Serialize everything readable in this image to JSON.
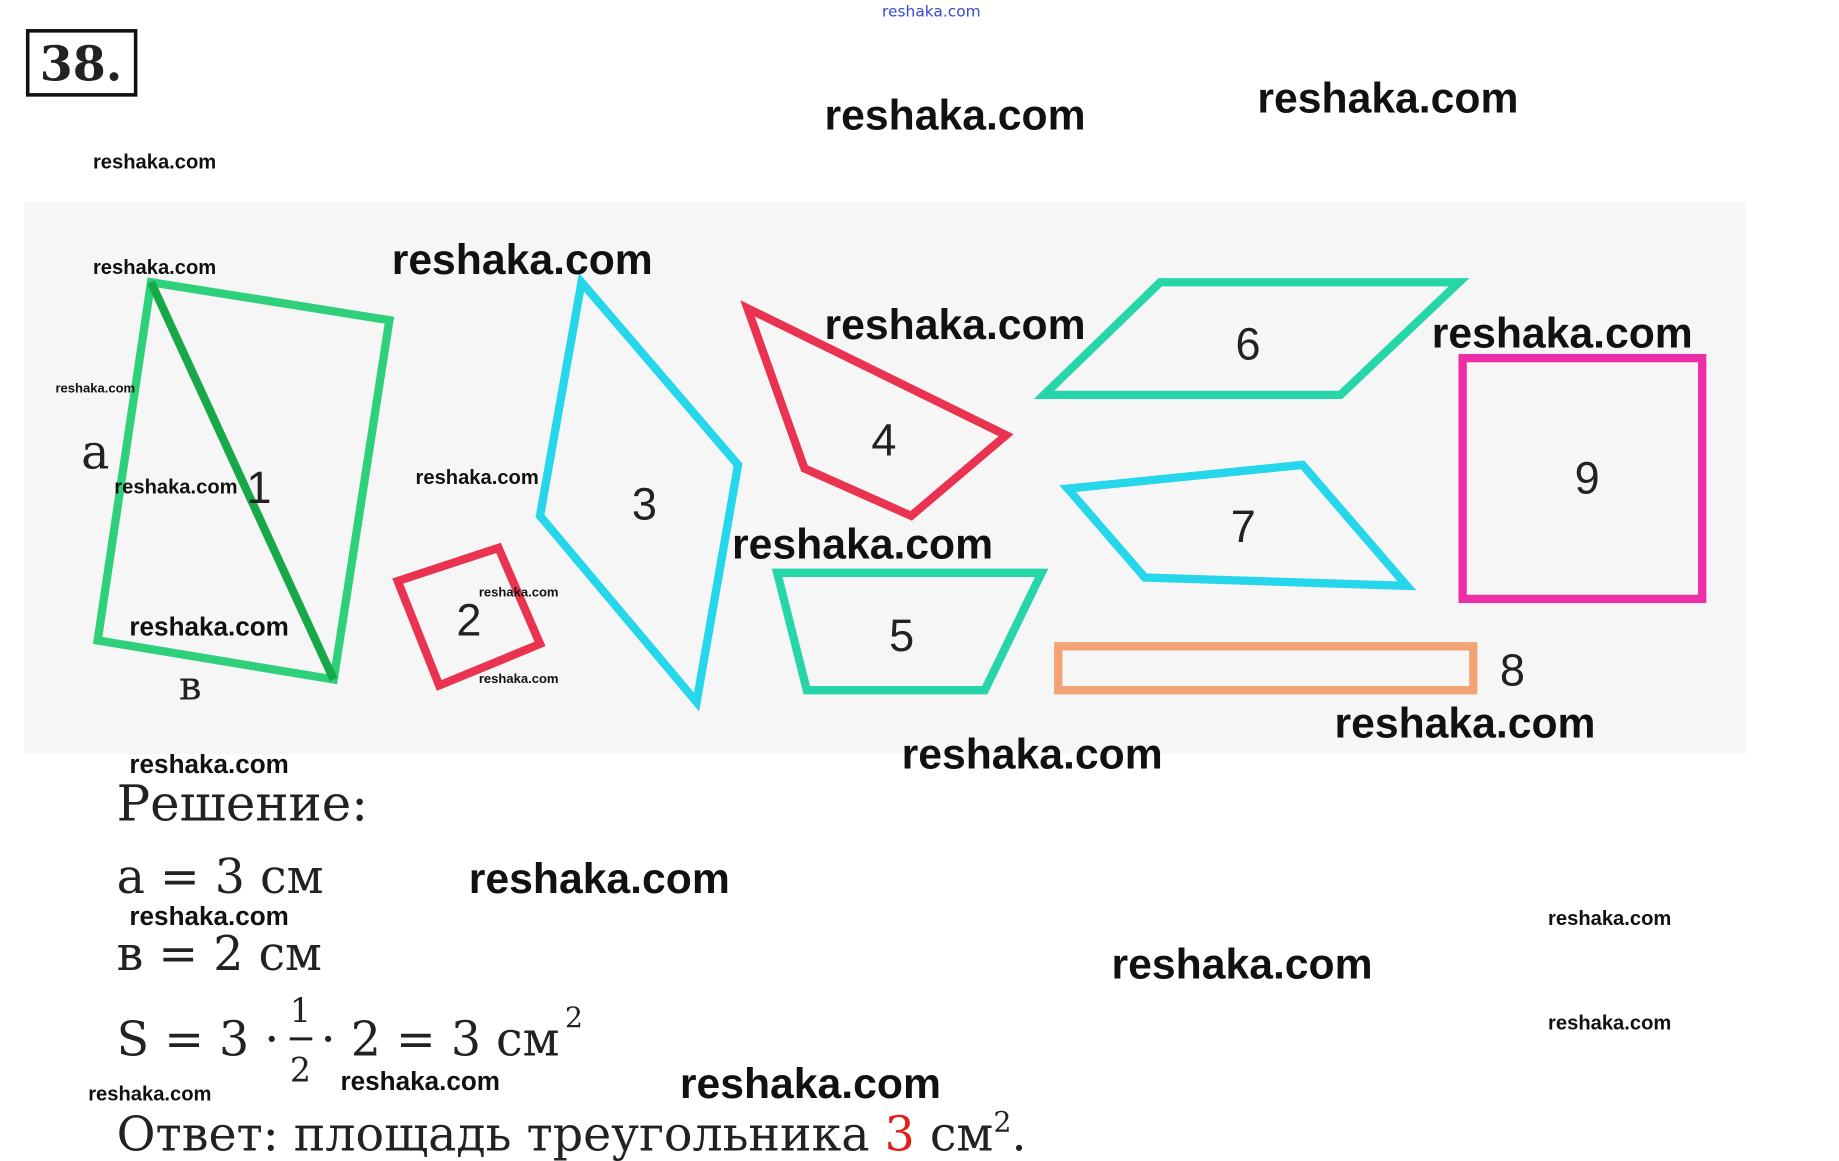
{
  "problem_number": "38.",
  "watermark_text": "reshaka.com",
  "header_link": "reshaka.com",
  "figure": {
    "side_a_label": "a",
    "side_b_label": "в",
    "shape_numbers": [
      "1",
      "2",
      "3",
      "4",
      "5",
      "6",
      "7",
      "8",
      "9"
    ],
    "colors": {
      "green": "#2fd07a",
      "dark_green": "#17a84a",
      "red": "#ea3350",
      "cyan": "#26d6ea",
      "teal": "#27d6a8",
      "orange": "#f2a273",
      "magenta": "#ee2ea6"
    }
  },
  "solution": {
    "heading": "Решение:",
    "line_a": "a = 3 см",
    "line_b": "в = 2 см",
    "formula_left": "S = 3 ·",
    "fraction_numerator": "1",
    "fraction_denominator": "2",
    "formula_right": "· 2 = 3 см",
    "formula_exp": "2",
    "answer_prefix": "Ответ: площадь треугольника ",
    "answer_value": "3",
    "answer_unit": " см",
    "answer_exp": "2",
    "answer_end": ".",
    "answer_color": "#e0201a"
  }
}
